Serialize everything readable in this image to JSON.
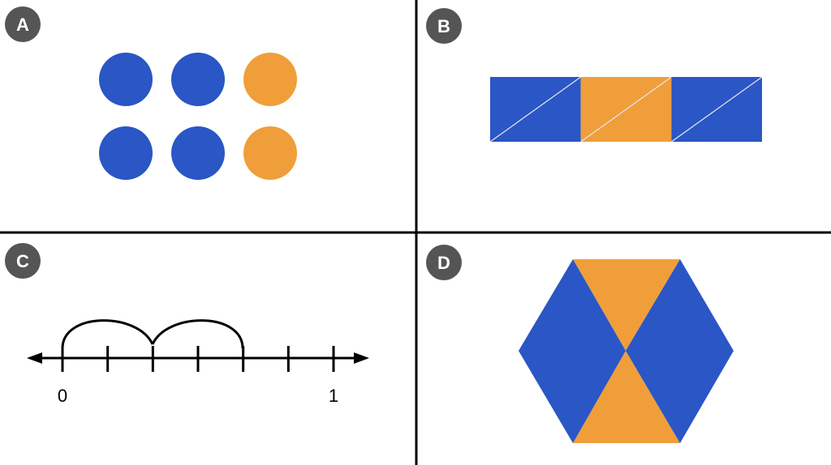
{
  "panels": [
    {
      "label": "A"
    },
    {
      "label": "B"
    },
    {
      "label": "C",
      "number_line": {
        "start_label": "0",
        "end_label": "1",
        "divisions": 6,
        "jumps": 2
      }
    },
    {
      "label": "D"
    }
  ],
  "colors": {
    "blue": "#2a56c6",
    "orange": "#f09e3a",
    "badge": "#555555"
  },
  "panel_a": {
    "circles": [
      "blue",
      "blue",
      "orange",
      "blue",
      "blue",
      "orange"
    ]
  },
  "panel_b": {
    "cells": [
      "blue",
      "orange",
      "blue"
    ]
  }
}
